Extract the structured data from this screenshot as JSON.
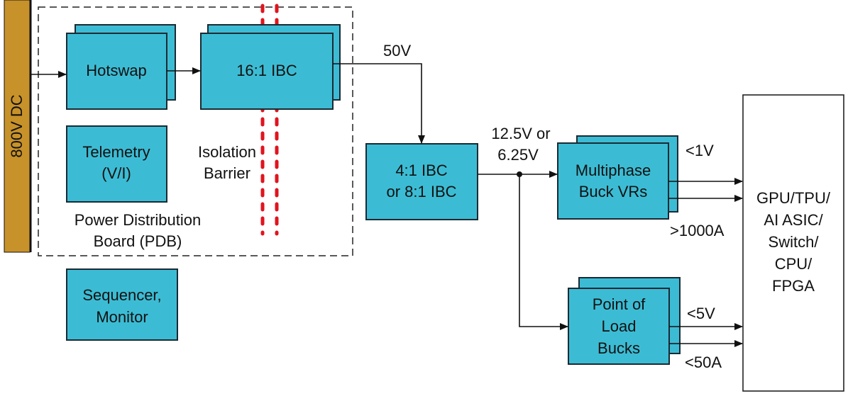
{
  "bus": {
    "label": "800V DC",
    "color": "#c8922a"
  },
  "pdb": {
    "label_line1": "Power Distribution",
    "label_line2": "Board (PDB)"
  },
  "blocks": {
    "hotswap": {
      "label": "Hotswap"
    },
    "ibc16": {
      "label": "16:1 IBC"
    },
    "telemetry": {
      "line1": "Telemetry",
      "line2": "(V/I)"
    },
    "sequencer": {
      "line1": "Sequencer,",
      "line2": "Monitor"
    },
    "ibc4": {
      "line1": "4:1 IBC",
      "line2": "or 8:1 IBC"
    },
    "multiphase": {
      "line1": "Multiphase",
      "line2": "Buck VRs"
    },
    "pol": {
      "line1": "Point of",
      "line2": "Load",
      "line3": "Bucks"
    },
    "load": {
      "line1": "GPU/TPU/",
      "line2": "AI ASIC/",
      "line3": "Switch/",
      "line4": "CPU/",
      "line5": "FPGA"
    }
  },
  "isolation": {
    "line1": "Isolation",
    "line2": "Barrier",
    "color": "#e0141e"
  },
  "labels": {
    "v50": "50V",
    "v12_line1": "12.5V or",
    "v12_line2": "6.25V",
    "lt1v": "<1V",
    "gt1000a": ">1000A",
    "lt5v": "<5V",
    "lt50a": "<50A"
  },
  "colors": {
    "block_fill": "#3cbcd4"
  }
}
